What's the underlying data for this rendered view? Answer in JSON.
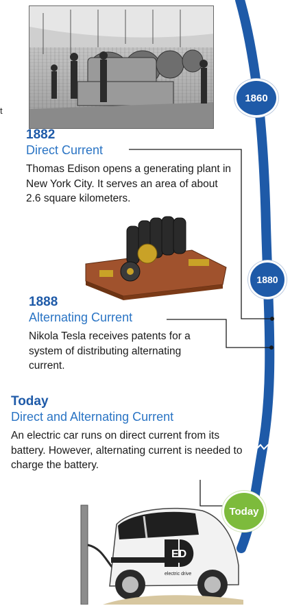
{
  "edge_fragment": "t",
  "timeline": {
    "markers": {
      "m1860": "1860",
      "m1880": "1880",
      "today": "Today"
    },
    "colors": {
      "line": "#1e5aa8",
      "today_marker": "#7dbb3c",
      "year_text": "#1e5aa8",
      "title_text": "#2a74c4"
    }
  },
  "entries": {
    "e1882": {
      "year": "1882",
      "title": "Direct Current",
      "description": "Thomas Edison opens a generating plant in New York City. It serves an area of about 2.6 square kilometers."
    },
    "e1888": {
      "year": "1888",
      "title": "Alternating Current",
      "description": "Nikola Tesla receives patents for a system of distributing alternating current."
    },
    "today": {
      "year": "Today",
      "title": "Direct and Alternating Current",
      "description": "An electric car runs on direct current from its battery. However, alternating current is needed to charge the battery."
    }
  },
  "images": {
    "car_logo": "ED",
    "car_logo_caption": "electric drive"
  }
}
